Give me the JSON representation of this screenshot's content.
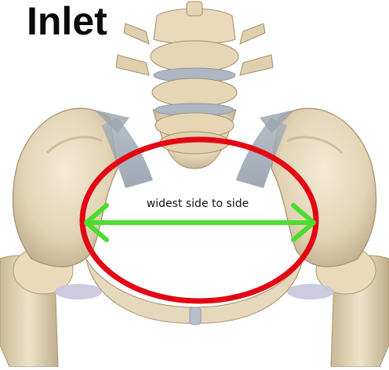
{
  "title": "Inlet",
  "annotation": {
    "label": "widest side to side",
    "ellipse_color": "#e30613",
    "arrow_color": "#4cdc2e"
  },
  "illustration": "pelvis-anatomy-front-view"
}
